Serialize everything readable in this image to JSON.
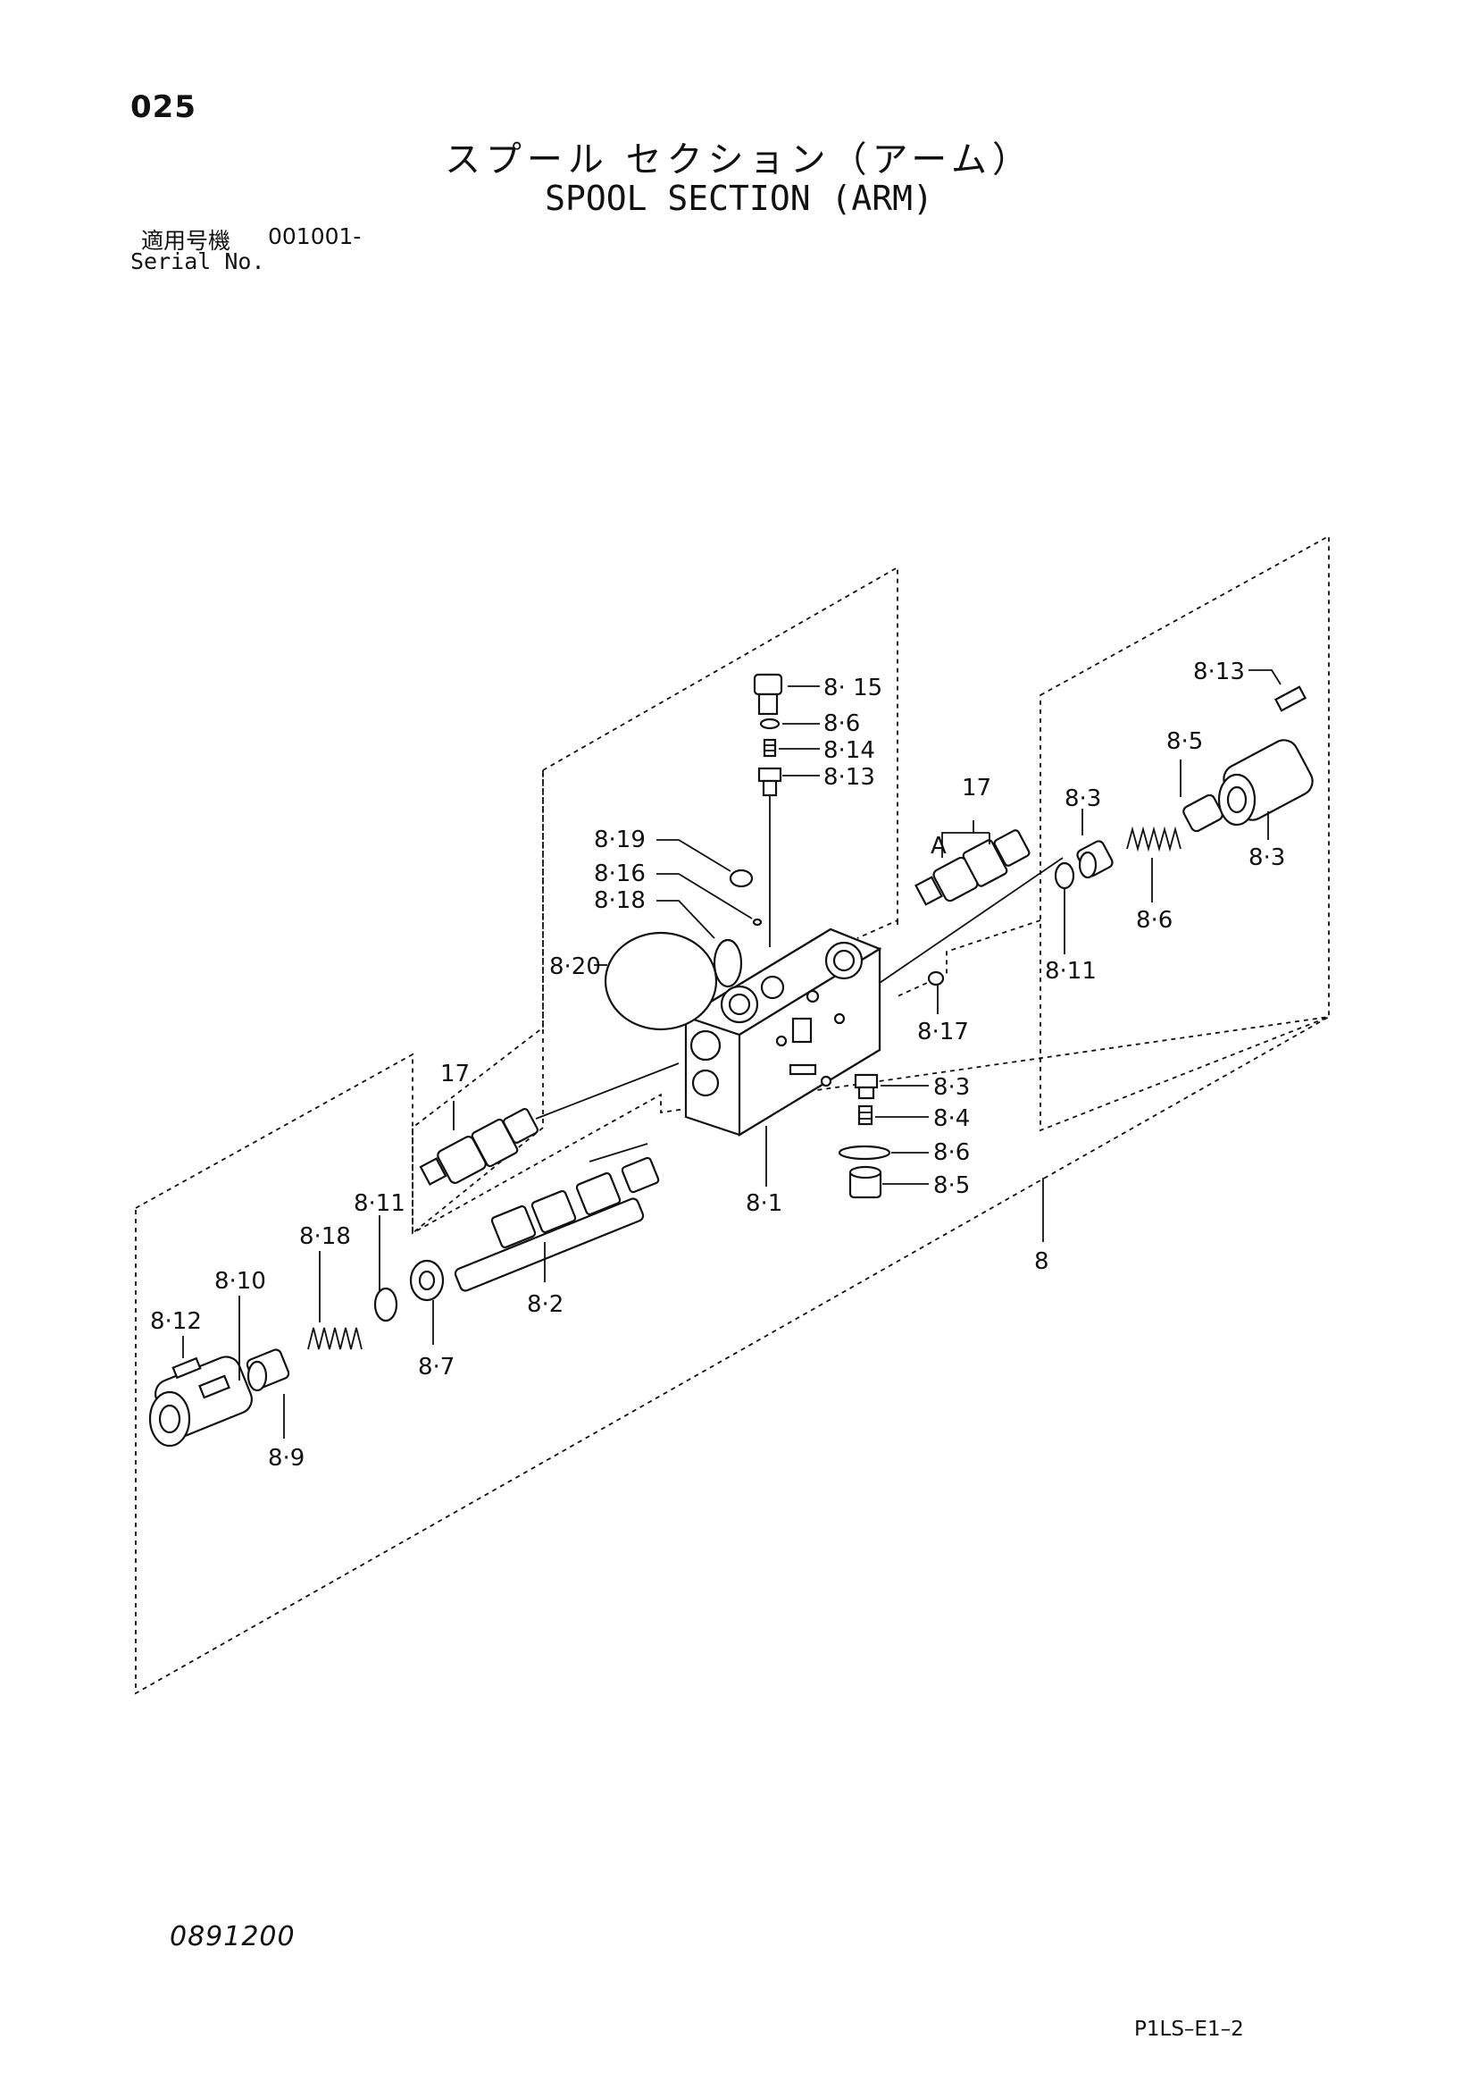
{
  "header": {
    "page_number": "025",
    "title_jp": "スプール セクション（アーム）",
    "title_en": "SPOOL SECTION (ARM)",
    "serial_label_jp": "適用号機",
    "serial_value": "001001-",
    "serial_label_en": "Serial No."
  },
  "callouts": {
    "c815": "8· 15",
    "c86a": "8·6",
    "c814": "8·14",
    "c813a": "8·13",
    "c17a": "17",
    "cA": "A",
    "c83a": "8·3",
    "c85a": "8·5",
    "c813b": "8·13",
    "c83b": "8·3",
    "c86b": "8·6",
    "c811a": "8·11",
    "c819": "8·19",
    "c816": "8·16",
    "c818a": "8·18",
    "c820": "8·20",
    "c817": "8·17",
    "c83c": "8·3",
    "c84": "8·4",
    "c86c": "8·6",
    "c85b": "8·5",
    "c81": "8·1",
    "c8": "8",
    "c17b": "17",
    "c811b": "8·11",
    "c818b": "8·18",
    "c810": "8·10",
    "c812": "8·12",
    "c87": "8·7",
    "c82": "8·2",
    "c89": "8·9"
  },
  "footer": {
    "date_code": "0891200",
    "drawing_code": "P1LS–E1–2"
  }
}
